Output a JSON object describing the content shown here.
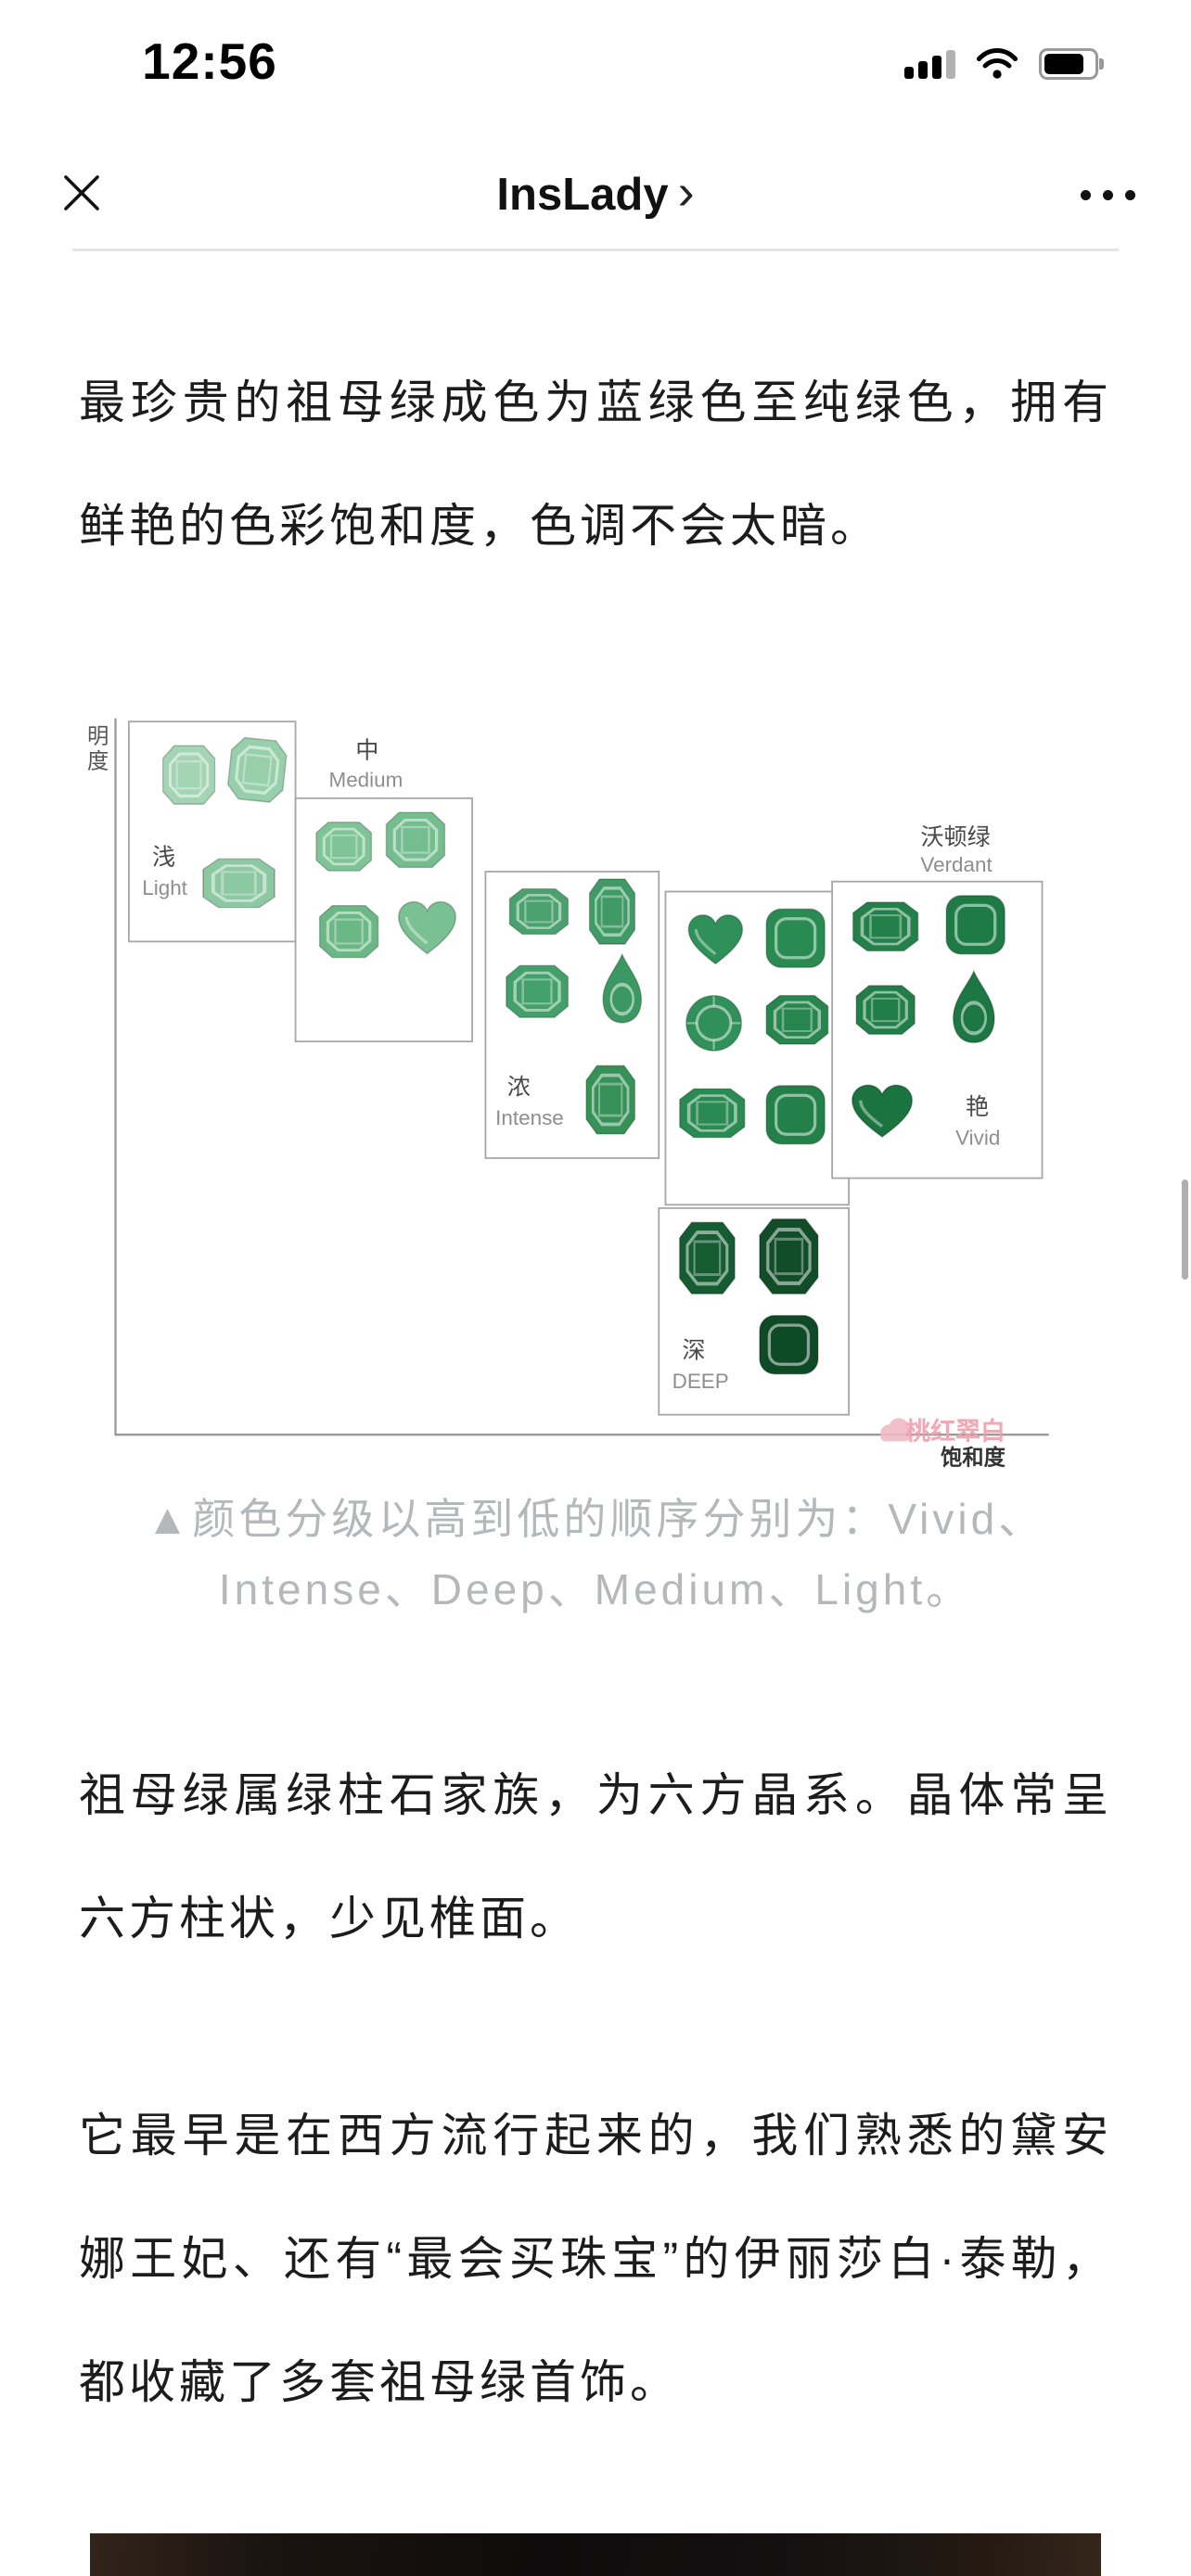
{
  "status_bar": {
    "time": "12:56"
  },
  "nav": {
    "title": "InsLady",
    "chevron": "›"
  },
  "article": {
    "para1": "最珍贵的祖母绿成色为蓝绿色至纯绿色，拥有鲜艳的色彩饱和度，色调不会太暗。",
    "caption_line1": "▲颜色分级以高到低的顺序分别为：Vivid、",
    "caption_line2": "Intense、Deep、Medium、Light。",
    "para2": "祖母绿属绿柱石家族，为六方晶系。晶体常呈六方柱状，少见椎面。",
    "para3": "它最早是在西方流行起来的，我们熟悉的黛安娜王妃、还有“最会买珠宝”的伊丽莎白·泰勒，都收藏了多套祖母绿首饰。"
  },
  "diagram": {
    "y_axis_char1": "明",
    "y_axis_char2": "度",
    "x_axis_label": "饱和度",
    "watermark": "桃红翠白",
    "light_cn": "浅",
    "light_en": "Light",
    "medium_cn": "中",
    "medium_en": "Medium",
    "intense_cn": "浓",
    "intense_en": "Intense",
    "deep_cn": "深",
    "deep_en": "DEEP",
    "verdant_cn": "沃顿绿",
    "verdant_en": "Verdant",
    "vivid_cn": "艳",
    "vivid_en": "Vivid"
  },
  "colors": {
    "gem_light": "#a3d4b4",
    "gem_medium": "#7ec497",
    "gem_intense": "#44a06a",
    "gem_vivid": "#238049",
    "gem_deep": "#114d29",
    "caption_gray": "#b4b8bb",
    "watermark_pink": "#ef9fb0"
  }
}
